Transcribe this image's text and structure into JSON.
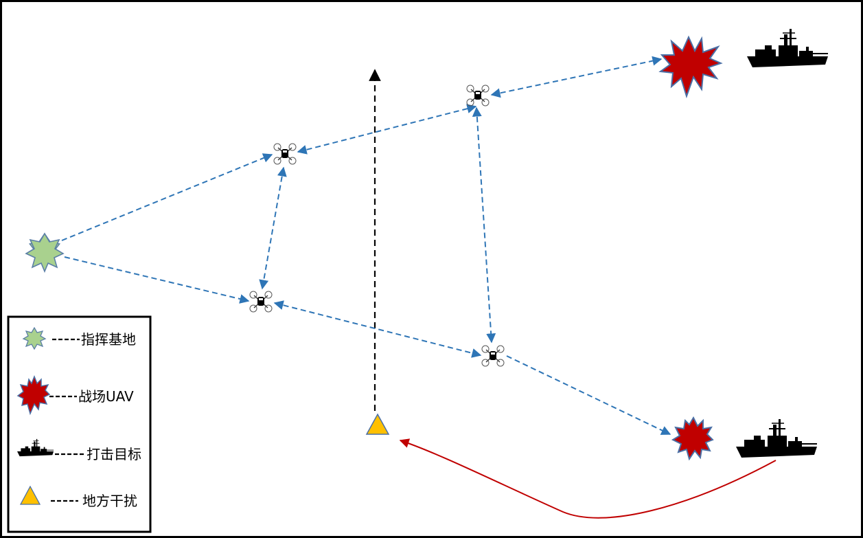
{
  "legend": {
    "items": [
      {
        "label": "指挥基地",
        "icon": "command-base-icon",
        "color": "#a9d18e"
      },
      {
        "label": "战场UAV",
        "icon": "battlefield-uav-icon",
        "color": "#c00000"
      },
      {
        "label": "打击目标",
        "icon": "warship-target-icon",
        "color": "#000000"
      },
      {
        "label": "地方干扰",
        "icon": "interference-triangle-icon",
        "color": "#ffc000"
      }
    ]
  },
  "colors": {
    "link": "#2e75b6",
    "interference_path": "#c00000",
    "interference_axis": "#000000",
    "star_outline": "#5b7fa6"
  }
}
